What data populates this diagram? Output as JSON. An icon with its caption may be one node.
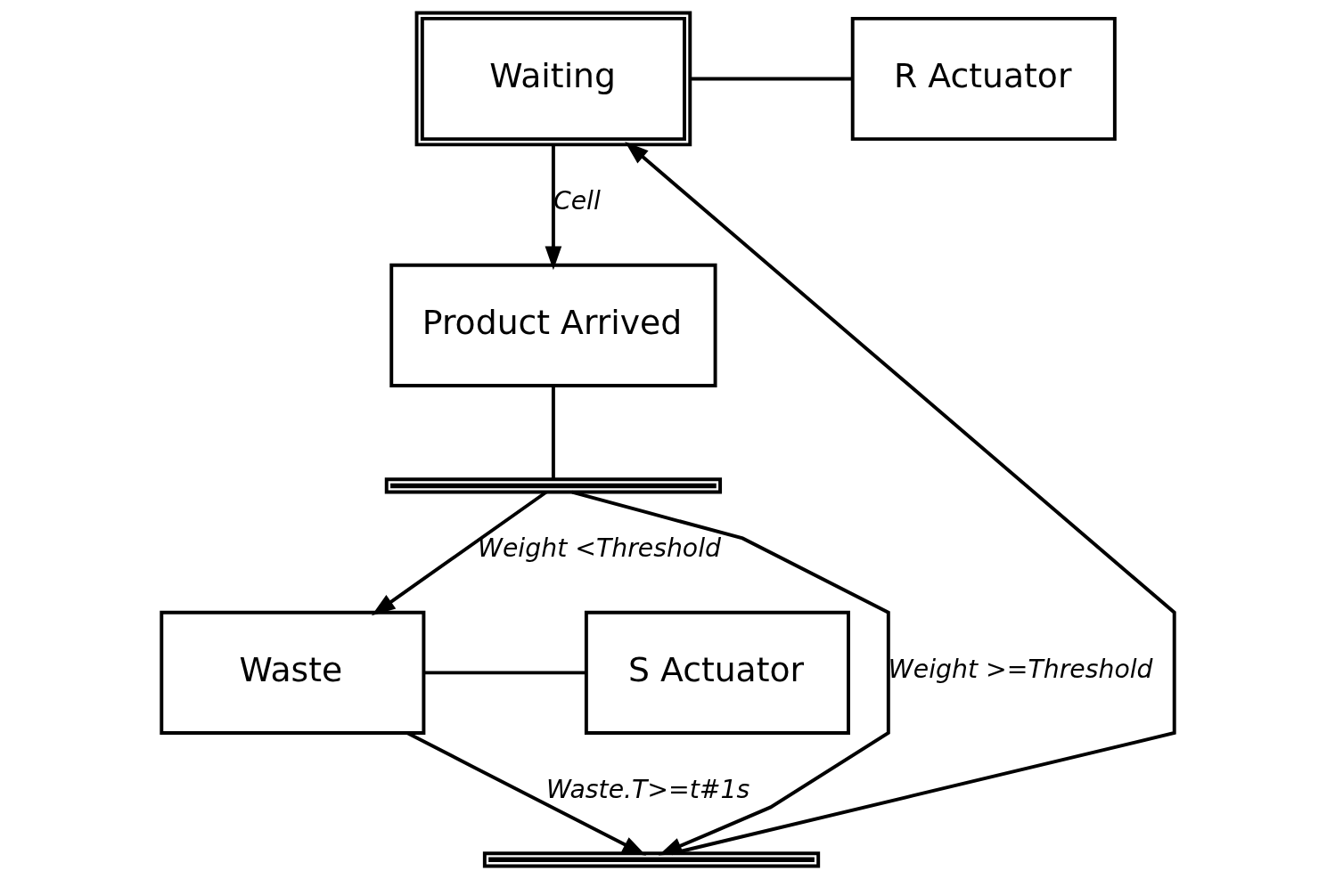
{
  "diagram": {
    "nodes": [
      {
        "text": [
          "Waiting"
        ]
      },
      {
        "text": [
          "R Actuator"
        ]
      },
      {
        "text": [
          "Product Arrived"
        ]
      },
      {
        "text": [],
        "shape": "bar"
      },
      {
        "text": [
          "Waste"
        ]
      },
      {
        "text": [
          "S Actuator"
        ]
      },
      {
        "text": [],
        "shape": "bar"
      }
    ],
    "edges": [
      {
        "from": 6,
        "to": 0,
        "arrow": "to"
      },
      {
        "from": 0,
        "to": 1,
        "arrow": "none"
      },
      {
        "from": 0,
        "to": 2,
        "arrow": "to",
        "label": "Cell"
      },
      {
        "from": 2,
        "to": 3,
        "arrow": "none"
      },
      {
        "from": 3,
        "to": 6,
        "arrow": "to",
        "label": "Weight >=Threshold"
      },
      {
        "from": 3,
        "to": 4,
        "arrow": "to",
        "label": "Weight <Threshold"
      },
      {
        "from": 4,
        "to": 5,
        "arrow": "none"
      },
      {
        "from": 4,
        "to": 6,
        "arrow": "to",
        "label": "Waste.T>=t#1s"
      }
    ]
  }
}
